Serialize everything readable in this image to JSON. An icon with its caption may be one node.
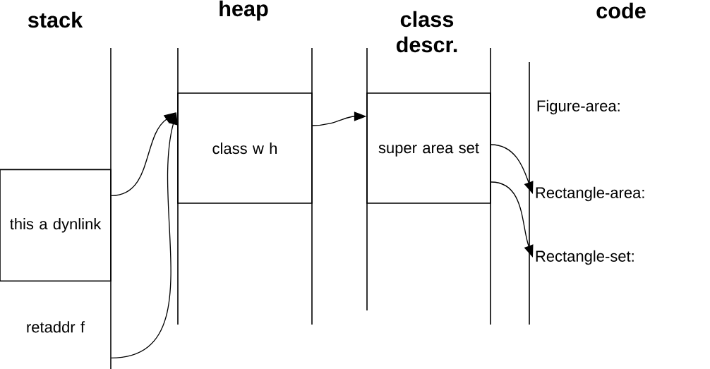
{
  "diagram": {
    "nodes": [
      {
        "text": [
          "this a dynlink"
        ]
      },
      {
        "text": [
          "retaddr f"
        ]
      },
      {
        "text": [
          "class w h"
        ]
      },
      {
        "text": [
          "super area set"
        ]
      },
      {
        "text": [
          "Rectangle-area:"
        ]
      },
      {
        "text": [
          "Rectangle-set:"
        ]
      }
    ],
    "edges": [
      {
        "from": 0,
        "to": 2,
        "arrow": "to"
      },
      {
        "from": 1,
        "to": 2,
        "arrow": "to"
      },
      {
        "from": 2,
        "to": 3,
        "arrow": "to"
      },
      {
        "from": 3,
        "to": 4,
        "arrow": "to"
      },
      {
        "from": 3,
        "to": 5,
        "arrow": "to"
      }
    ],
    "labels": [
      "stack",
      "heap",
      "class descr.",
      "code",
      "Figure-area:"
    ]
  }
}
